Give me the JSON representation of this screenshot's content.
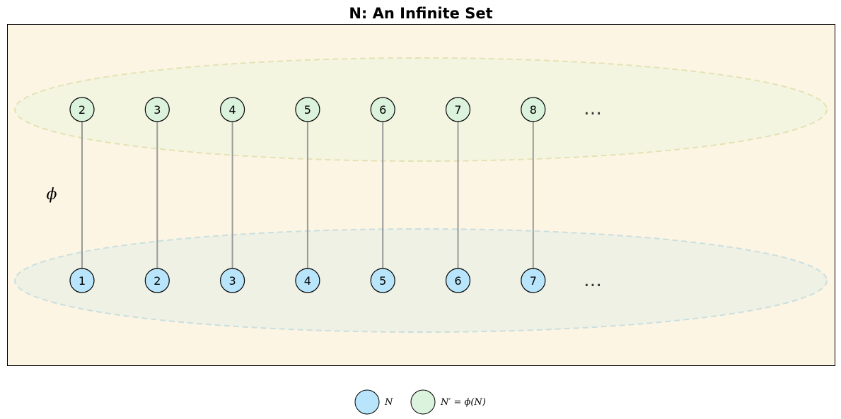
{
  "title": "N: An Infinite Set",
  "mapping_label": "ϕ",
  "colors": {
    "panel_bg": "#fdf5e3",
    "panel_border": "#000000",
    "top_set_fill": "#eef5df",
    "top_set_stroke": "#e3e2b4",
    "bottom_set_fill": "#e6efe6",
    "bottom_set_stroke": "#c9dfe0",
    "n_node_fill": "#b8e5fb",
    "n_prime_node_fill": "#dbf2dc",
    "node_stroke": "#000000",
    "mapping_line": "#999999"
  },
  "sets": {
    "top": {
      "name": "N′ = ϕ(N)",
      "elements": [
        "2",
        "3",
        "4",
        "5",
        "6",
        "7",
        "8"
      ],
      "ellipsis": "…"
    },
    "bottom": {
      "name": "N",
      "elements": [
        "1",
        "2",
        "3",
        "4",
        "5",
        "6",
        "7"
      ],
      "ellipsis": "…"
    }
  },
  "mappings": [
    {
      "from": "1",
      "to": "2"
    },
    {
      "from": "2",
      "to": "3"
    },
    {
      "from": "3",
      "to": "4"
    },
    {
      "from": "4",
      "to": "5"
    },
    {
      "from": "5",
      "to": "6"
    },
    {
      "from": "6",
      "to": "7"
    },
    {
      "from": "7",
      "to": "8"
    }
  ],
  "legend": {
    "items": [
      {
        "label": "N",
        "color": "#b8e5fb"
      },
      {
        "label": "N′ = ϕ(N)",
        "color": "#dbf2dc"
      }
    ]
  }
}
